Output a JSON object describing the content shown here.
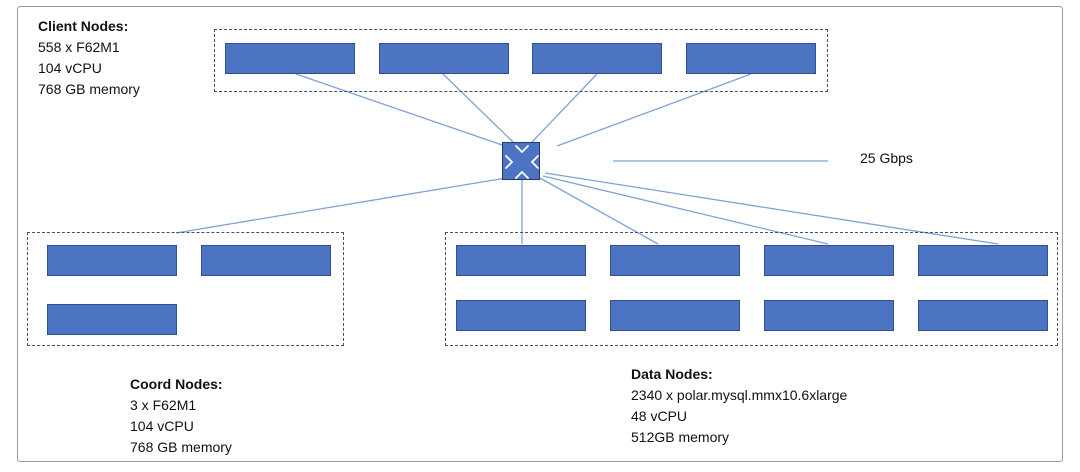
{
  "client": {
    "title": "Client Nodes:",
    "lines": [
      "558 x F62M1",
      "104 vCPU",
      "768 GB memory"
    ]
  },
  "coord": {
    "title": "Coord Nodes:",
    "lines": [
      "3 x F62M1",
      "104 vCPU",
      "768 GB memory"
    ]
  },
  "data_nodes": {
    "title": "Data Nodes:",
    "lines": [
      "2340 x polar.mysql.mmx10.6xlarge",
      "48 vCPU",
      "512GB memory"
    ]
  },
  "link": {
    "speed_label": "25 Gbps"
  },
  "colors": {
    "node_fill": "#4d73c3",
    "link": "#7fa3d6",
    "group_border": "#3f4d7e"
  },
  "icons": {
    "switch": "network-switch-icon"
  }
}
